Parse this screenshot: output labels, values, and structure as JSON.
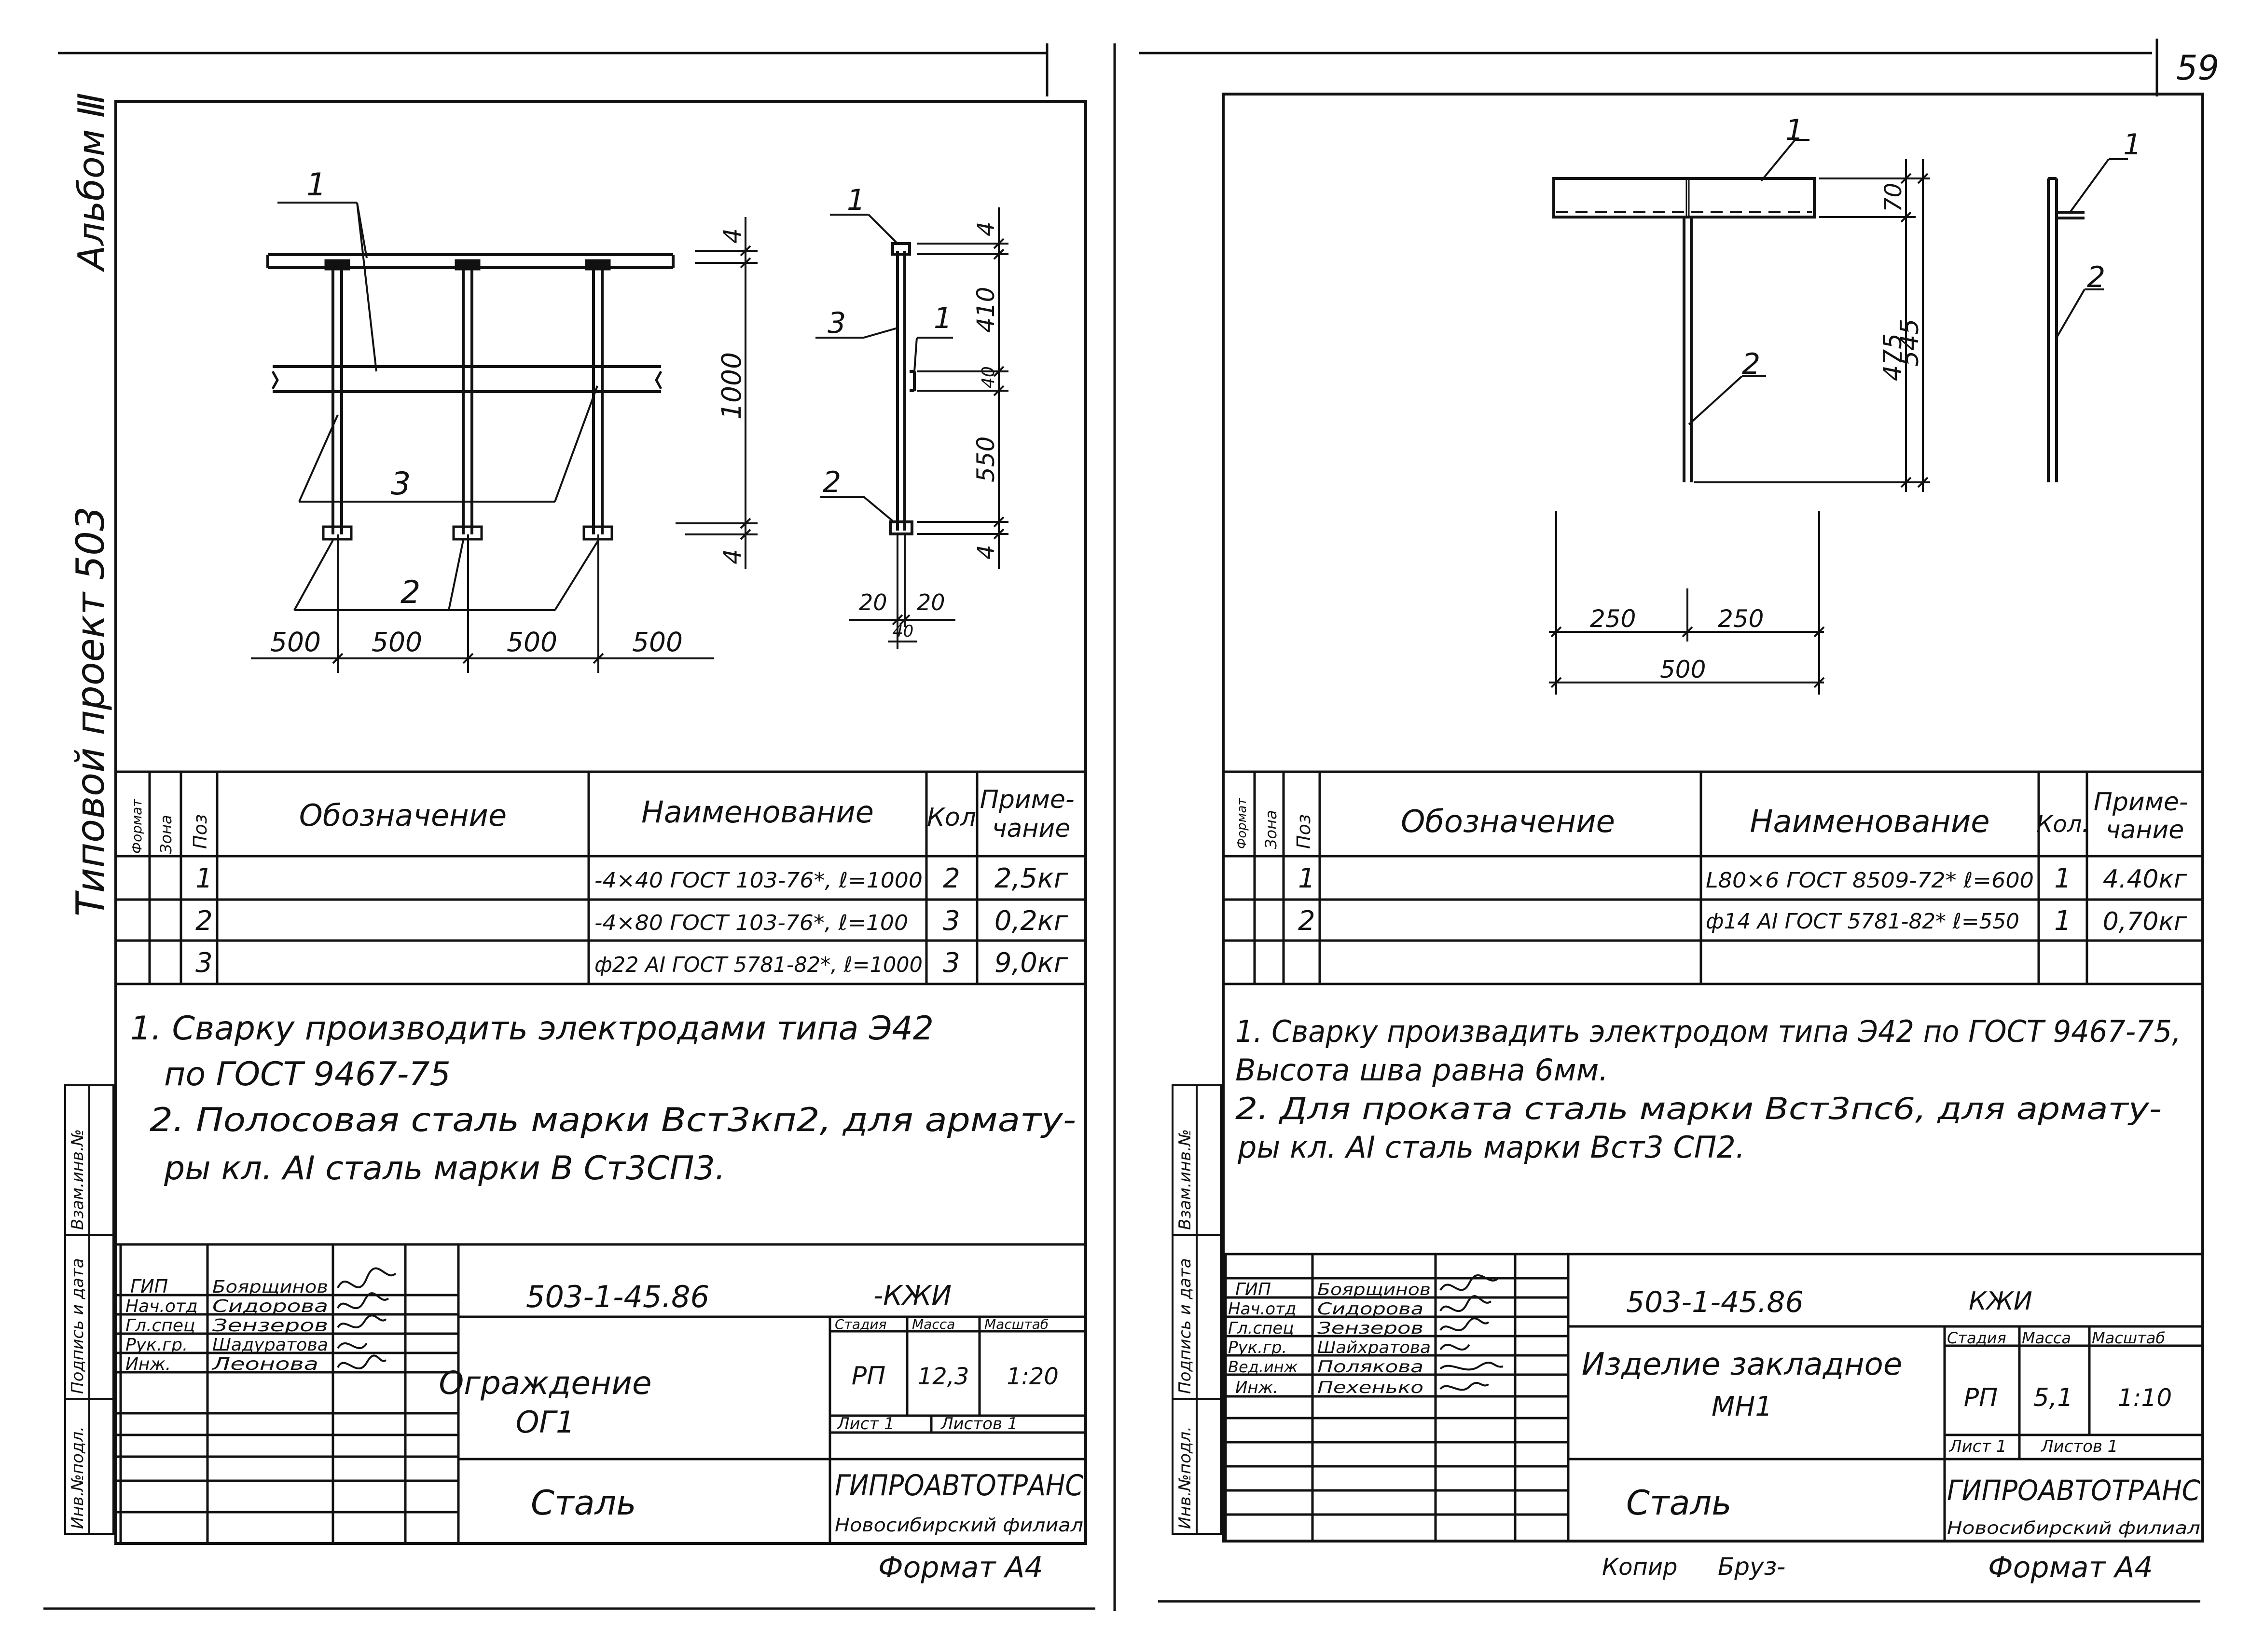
{
  "page_number": "59",
  "left_margin": {
    "album": "Альбом Ⅲ",
    "project": "Типовой проект 503",
    "stamp": [
      "Инв.№подл.",
      "Подпись и дата",
      "Взам.инв.№"
    ]
  },
  "right_margin": {
    "stamp": [
      "Инв.№подл.",
      "Подпись и дата",
      "Взам.инв.№"
    ]
  },
  "sheet1": {
    "drawing": {
      "labels": [
        "1",
        "2",
        "3"
      ],
      "dims_horizontal": [
        "500",
        "500",
        "500",
        "500"
      ],
      "dims_vertical": [
        "4",
        "1000",
        "4"
      ],
      "section_dims": [
        "4",
        "410",
        "40",
        "550",
        "4",
        "20",
        "20",
        "40"
      ]
    },
    "spec_headers": [
      "Формат",
      "Зона",
      "Поз",
      "Обозначение",
      "Наименование",
      "Кол",
      "Приме-\nчание"
    ],
    "spec_rows": [
      {
        "pos": "1",
        "name": "-4×40 ГОСТ 103-76*, ℓ=1000",
        "qty": "2",
        "note": "2,5кг"
      },
      {
        "pos": "2",
        "name": "-4×80 ГОСТ 103-76*, ℓ=100",
        "qty": "3",
        "note": "0,2кг"
      },
      {
        "pos": "3",
        "name": "ф22 АI ГОСТ 5781-82*, ℓ=1000",
        "qty": "3",
        "note": "9,0кг"
      }
    ],
    "notes": [
      "1. Сварку производить электродами типа Э42",
      "по ГОСТ 9467-75",
      "2. Полосовая сталь марки Вст3кп2, для армату-",
      "ры кл. АI сталь марки В Ст3СП3."
    ],
    "title_block": {
      "roles": [
        "ГИП",
        "Нач.отд",
        "Гл.спец",
        "Рук.гр.",
        "Инж."
      ],
      "names": [
        "Боярщинов",
        "Сидорова",
        "Зензеров",
        "Шадуратова",
        "Леонова"
      ],
      "code": "503-1-45.86",
      "suffix": "-КЖИ",
      "title": [
        "Ограждение",
        "ОГ1"
      ],
      "material": "Сталь",
      "stage_headers": [
        "Стадия",
        "Масса",
        "Масштаб"
      ],
      "stage": "РП",
      "mass": "12,3",
      "scale": "1:20",
      "sheet": "Лист 1",
      "sheets": "Листов 1",
      "org": "ГИПРОАВТОТРАНС",
      "branch": "Новосибирский филиал"
    },
    "format": "Формат А4"
  },
  "sheet2": {
    "drawing": {
      "labels": [
        "1",
        "2",
        "1",
        "2"
      ],
      "dims_horizontal": [
        "250",
        "250",
        "500"
      ],
      "dims_vertical": [
        "70",
        "475",
        "545"
      ]
    },
    "spec_headers": [
      "Формат",
      "Зона",
      "Поз",
      "Обозначение",
      "Наименование",
      "Кол.",
      "Приме-\nчание"
    ],
    "spec_rows": [
      {
        "pos": "1",
        "name": "L80×6 ГОСТ 8509-72* ℓ=600",
        "qty": "1",
        "note": "4.40кг"
      },
      {
        "pos": "2",
        "name": "ф14 АI ГОСТ 5781-82* ℓ=550",
        "qty": "1",
        "note": "0,70кг"
      }
    ],
    "notes": [
      "1. Сварку произвадить электродом типа Э42 по ГОСТ 9467-75,",
      "Высота шва равна 6мм.",
      "2. Для проката сталь марки Вст3пс6, для армату-",
      "ры кл. АI сталь марки Вст3 СП2."
    ],
    "title_block": {
      "roles": [
        "ГИП",
        "Нач.отд",
        "Гл.спец",
        "Рук.гр.",
        "Вед.инж",
        "Инж."
      ],
      "names": [
        "Боярщинов",
        "Сидорова",
        "Зензеров",
        "Шайхратова",
        "Полякова",
        "Пехенько"
      ],
      "code": "503-1-45.86",
      "suffix": "КЖИ",
      "title": [
        "Изделие закладное",
        "МН1"
      ],
      "material": "Сталь",
      "stage_headers": [
        "Стадия",
        "Масса",
        "Масштаб"
      ],
      "stage": "РП",
      "mass": "5,1",
      "scale": "1:10",
      "sheet": "Лист 1",
      "sheets": "Листов 1",
      "org": "ГИПРОАВТОТРАНС",
      "branch": "Новосибирский филиал"
    },
    "format": "Формат А4",
    "copy_label": "Копир",
    "copy_sign": "Бруз-"
  }
}
